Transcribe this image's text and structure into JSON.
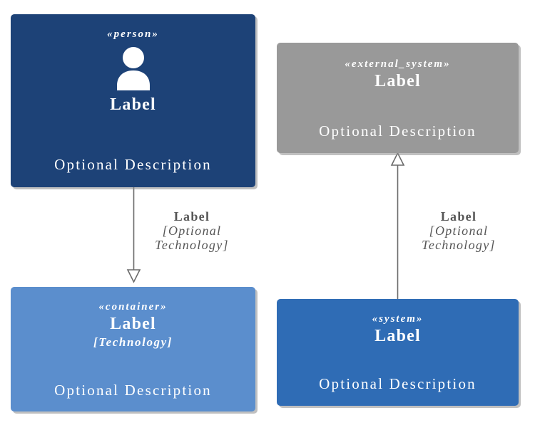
{
  "diagram": {
    "type": "c4-model-legend",
    "background_color": "#ffffff",
    "nodes": [
      {
        "id": "person",
        "stereotype": "«person»",
        "label": "Label",
        "technology": null,
        "description": "Optional Description",
        "icon": "person-icon",
        "color": "#1d4277",
        "text_color": "#ffffff"
      },
      {
        "id": "external_system",
        "stereotype": "«external_system»",
        "label": "Label",
        "technology": null,
        "description": "Optional Description",
        "icon": null,
        "color": "#999999",
        "text_color": "#ffffff"
      },
      {
        "id": "container",
        "stereotype": "«container»",
        "label": "Label",
        "technology": "[Technology]",
        "description": "Optional Description",
        "icon": null,
        "color": "#5b8ecd",
        "text_color": "#ffffff"
      },
      {
        "id": "system",
        "stereotype": "«system»",
        "label": "Label",
        "technology": null,
        "description": "Optional Description",
        "icon": null,
        "color": "#2f6cb5",
        "text_color": "#ffffff"
      }
    ],
    "edges": [
      {
        "id": "person-to-container",
        "from": "person",
        "to": "container",
        "label": "Label",
        "technology_line_1": "[Optional",
        "technology_line_2": "Technology]",
        "arrow": "open-triangle",
        "direction": "down",
        "line_color": "#6b6b6b"
      },
      {
        "id": "system-to-external",
        "from": "system",
        "to": "external_system",
        "label": "Label",
        "technology_line_1": "[Optional",
        "technology_line_2": "Technology]",
        "arrow": "open-triangle",
        "direction": "up",
        "line_color": "#6b6b6b"
      }
    ]
  }
}
